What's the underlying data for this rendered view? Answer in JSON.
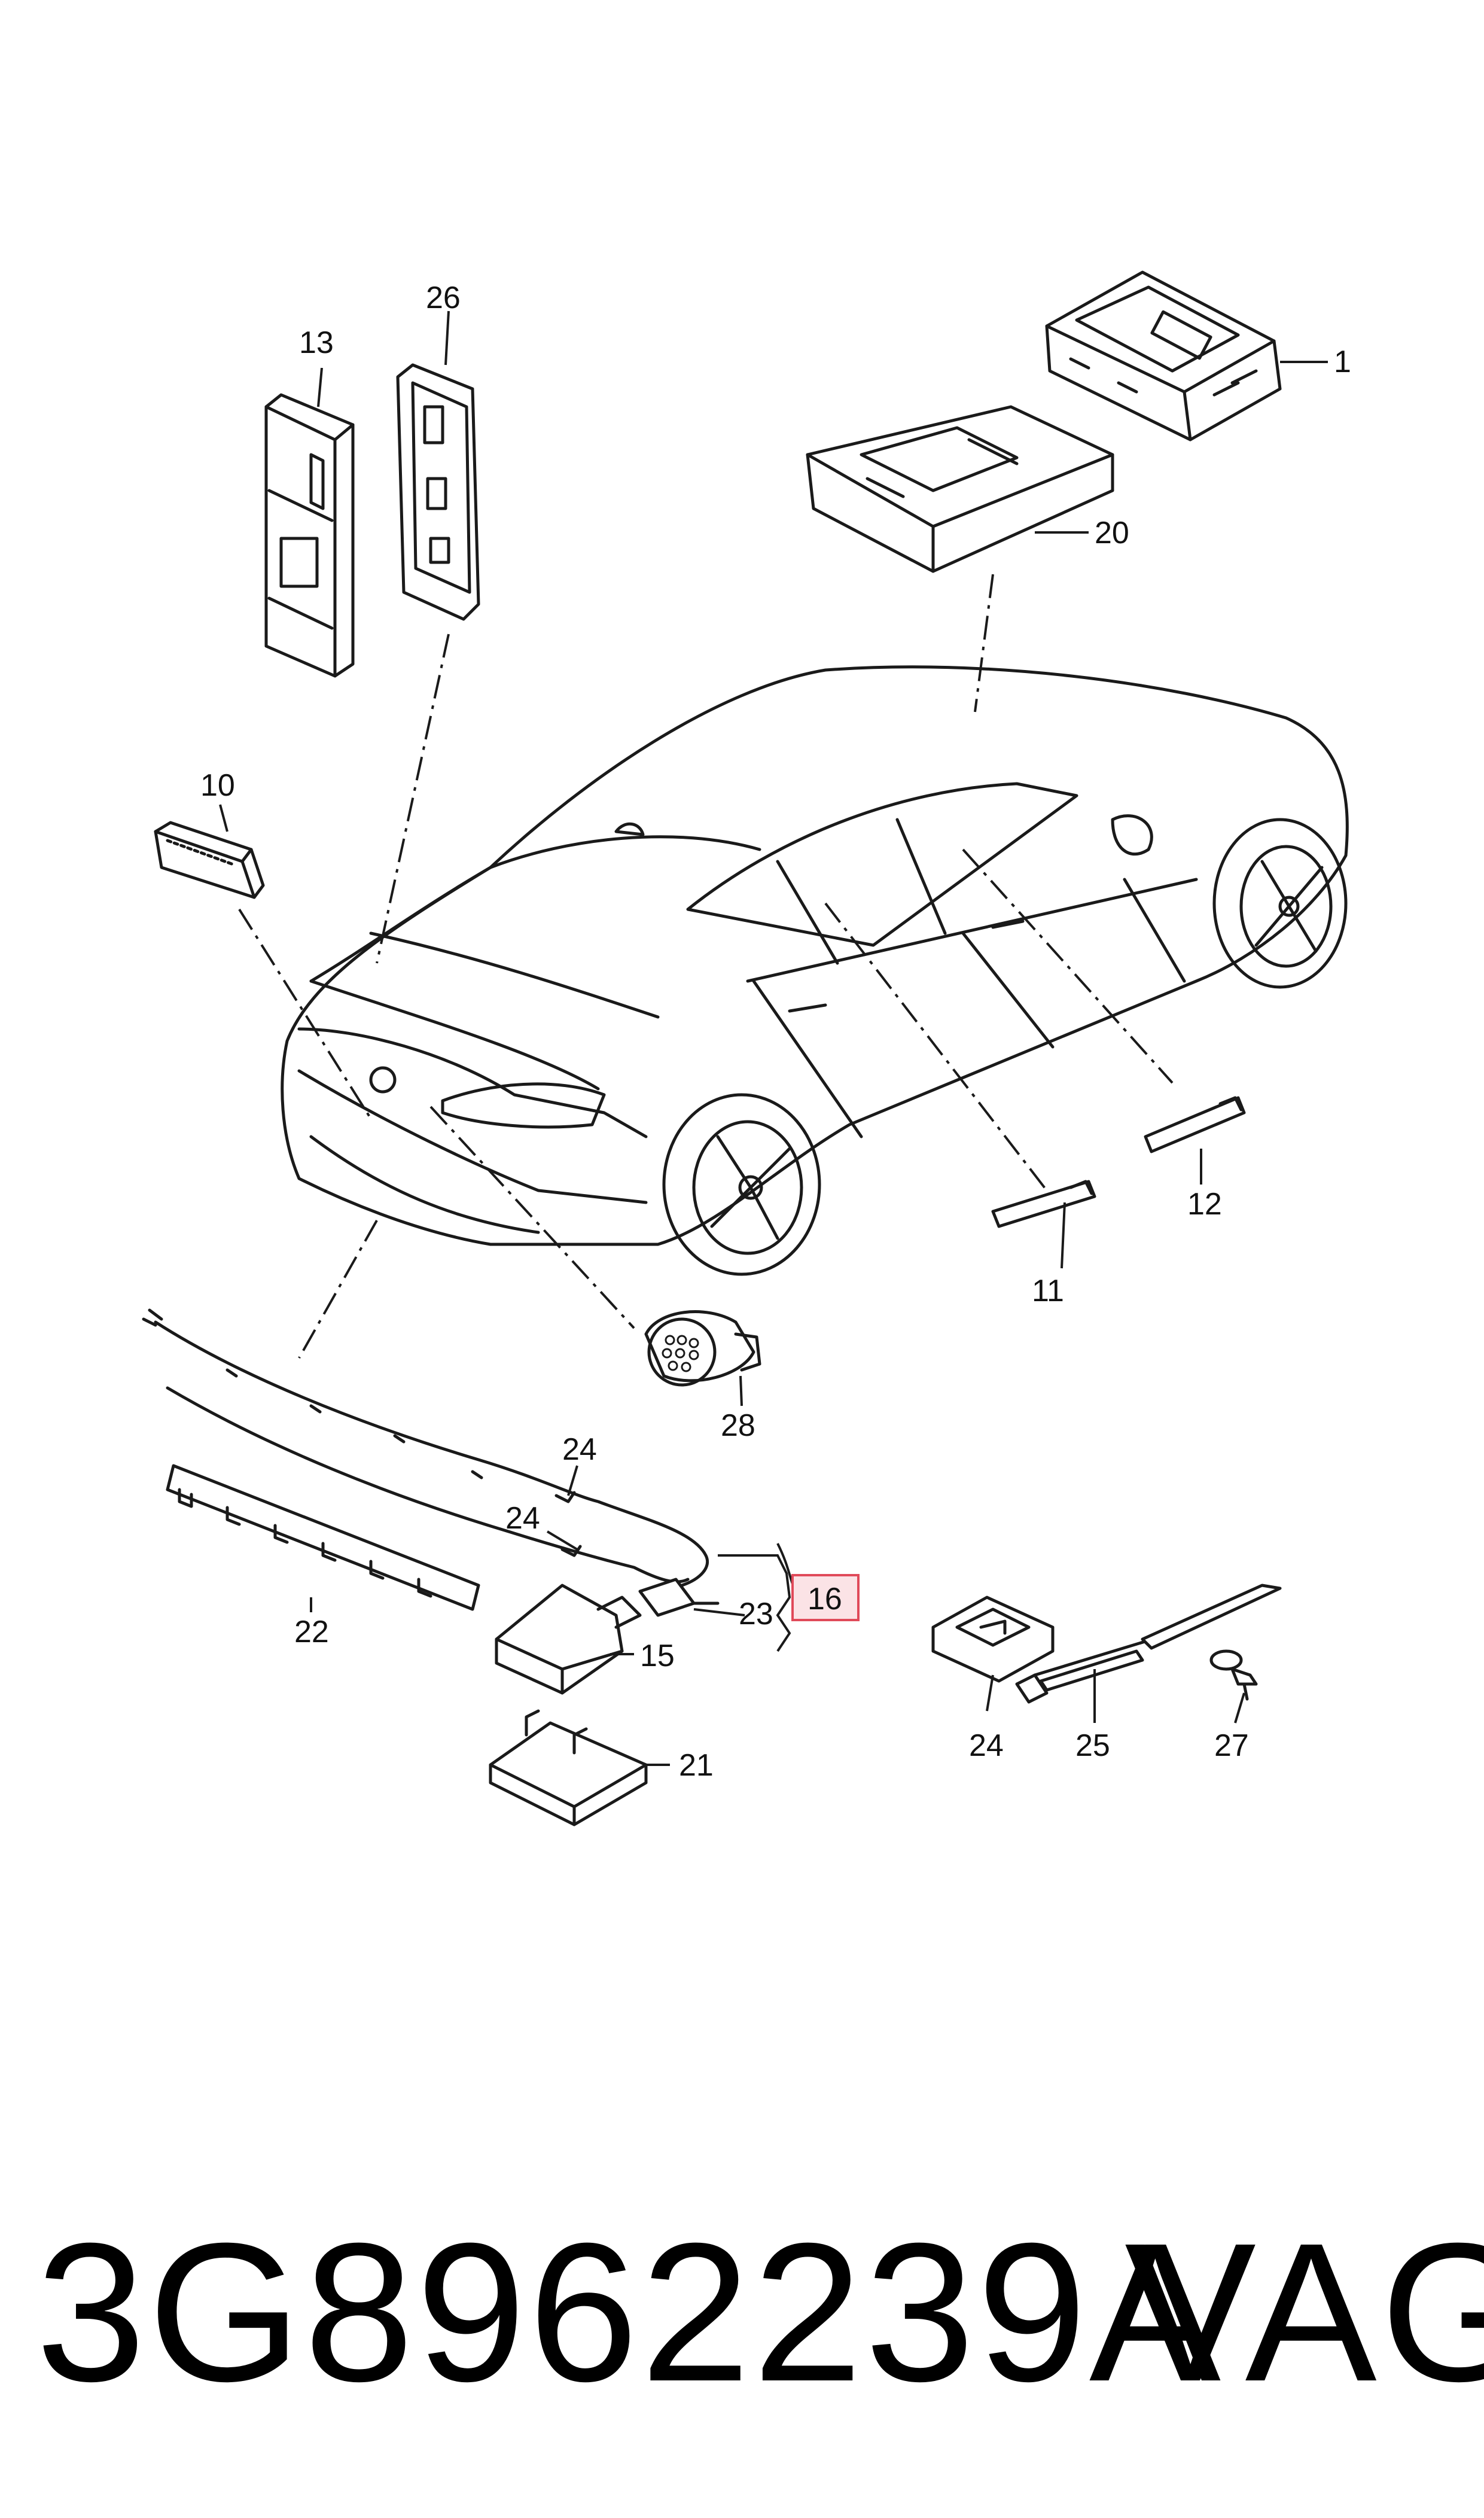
{
  "callouts": {
    "c1": "1",
    "c10": "10",
    "c11": "11",
    "c12": "12",
    "c13": "13",
    "c15": "15",
    "c16": "16",
    "c20": "20",
    "c21": "21",
    "c22": "22",
    "c23": "23",
    "c24a": "24",
    "c24b": "24",
    "c24c": "24",
    "c25": "25",
    "c26": "26",
    "c27": "27",
    "c28": "28"
  },
  "highlight": {
    "callout": "16",
    "color": "#e04a5a",
    "fill": "#fbe3e6"
  },
  "footer": {
    "part_number": "3G8962239A",
    "brand": "VAG"
  }
}
